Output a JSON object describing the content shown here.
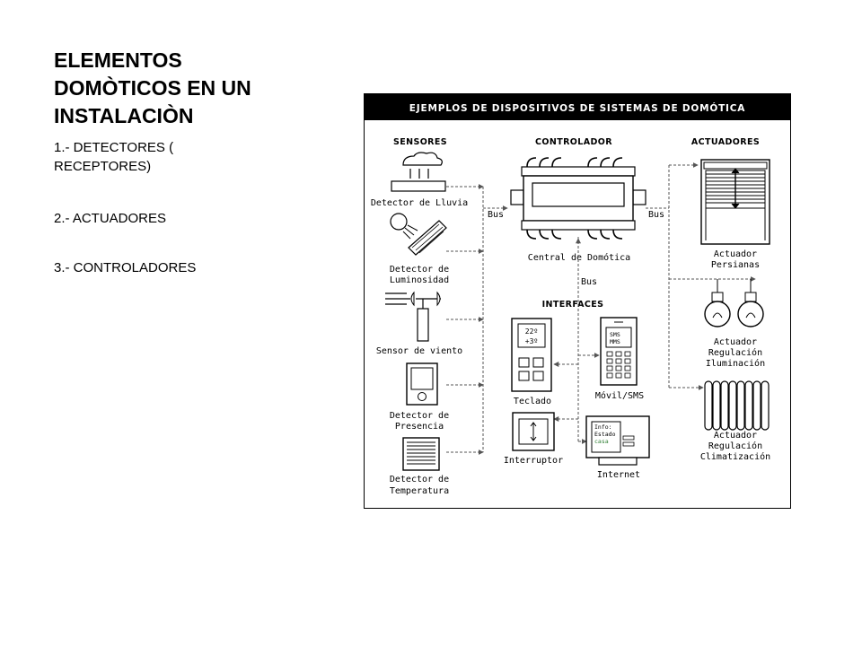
{
  "slide": {
    "title_lines": [
      "ELEMENTOS",
      "DOMÒTICOS EN UN",
      "INSTALACIÒN"
    ],
    "bullets": [
      "1.- DETECTORES ( RECEPTORES)",
      "2.- ACTUADORES",
      "3.- CONTROLADORES"
    ]
  },
  "diagram": {
    "title": "EJEMPLOS DE DISPOSITIVOS DE SISTEMAS DE DOMÓTICA",
    "headers": {
      "sensores": "SENSORES",
      "controlador": "CONTROLADOR",
      "actuadores": "ACTUADORES",
      "interfaces": "INTERFACES"
    },
    "sensors": {
      "lluvia": "Detector de Lluvia",
      "luminosidad_1": "Detector de",
      "luminosidad_2": "Luminosidad",
      "viento": "Sensor de viento",
      "presencia_1": "Detector de",
      "presencia_2": "Presencia",
      "temperatura_1": "Detector de",
      "temperatura_2": "Temperatura"
    },
    "controller": {
      "label": "Central de Domótica",
      "bus_left": "Bus",
      "bus_right": "Bus",
      "bus_down": "Bus"
    },
    "interfaces": {
      "teclado": "Teclado",
      "teclado_line1": "22º",
      "teclado_line2": "+3º",
      "movil": "Móvil/SMS",
      "movil_line1": "SMS",
      "movil_line2": "MMS",
      "interruptor": "Interruptor",
      "internet": "Internet",
      "internet_line1": "Info:",
      "internet_line2": "Estado",
      "internet_line3": "casa"
    },
    "actuators": {
      "persianas_1": "Actuador",
      "persianas_2": "Persianas",
      "iluminacion_1": "Actuador",
      "iluminacion_2": "Regulación",
      "iluminacion_3": "Iluminación",
      "climatizacion_1": "Actuador",
      "climatizacion_2": "Regulación",
      "climatizacion_3": "Climatización"
    },
    "colors": {
      "title_bar": "#000000",
      "internet_text": "#2e7d32"
    }
  }
}
